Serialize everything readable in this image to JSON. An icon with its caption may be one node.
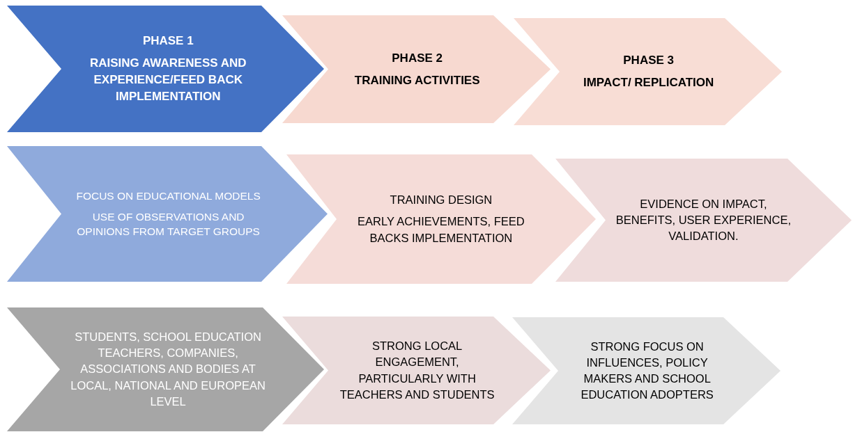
{
  "diagram": {
    "nodes": [
      {
        "text": [
          "PHASE 1",
          "RAISING AWARENESS AND EXPERIENCE/FEED BACK IMPLEMENTATION"
        ]
      },
      {
        "text": [
          "PHASE 2",
          "TRAINING ACTIVITIES"
        ]
      },
      {
        "text": [
          "PHASE 3",
          "IMPACT/ REPLICATION"
        ]
      },
      {
        "text": [
          "FOCUS ON EDUCATIONAL MODELS",
          "USE OF OBSERVATIONS AND OPINIONS FROM TARGET GROUPS"
        ]
      },
      {
        "text": [
          "TRAINING DESIGN",
          "EARLY ACHIEVEMENTS, FEED BACKS IMPLEMENTATION"
        ]
      },
      {
        "text": [
          "EVIDENCE ON IMPACT, BENEFITS, USER EXPERIENCE, VALIDATION."
        ]
      },
      {
        "text": [
          "STUDENTS, SCHOOL EDUCATION TEACHERS, COMPANIES, ASSOCIATIONS AND BODIES AT LOCAL, NATIONAL AND EUROPEAN LEVEL"
        ]
      },
      {
        "text": [
          "STRONG LOCAL ENGAGEMENT, PARTICULARLY WITH TEACHERS AND STUDENTS"
        ]
      },
      {
        "text": [
          "STRONG FOCUS ON INFLUENCES, POLICY MAKERS AND SCHOOL EDUCATION ADOPTERS"
        ]
      }
    ]
  }
}
